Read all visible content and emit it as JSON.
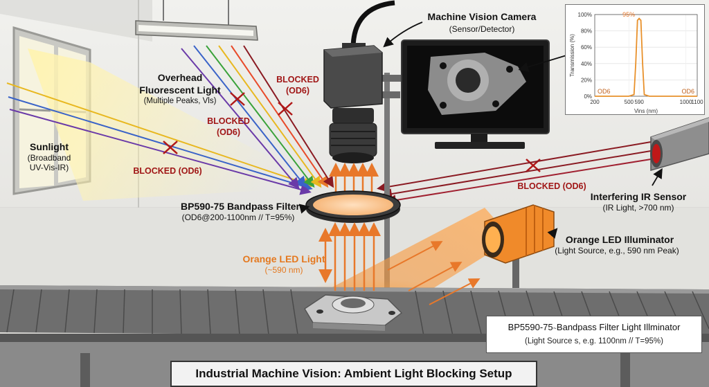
{
  "labels": {
    "camera_title": "Machine Vision Camera",
    "camera_sub": "(Sensor/Detector)",
    "overhead_title": "Overhead",
    "overhead_title2": "Fluorescent Light",
    "overhead_sub": "(Multiple Peaks, Vls)",
    "sunlight_title": "Sunlight",
    "sunlight_sub1": "(Broadband",
    "sunlight_sub2": "UV-Vis-IR)",
    "blocked_od6": "BLOCKED (OD6)",
    "blocked_line1": "BLOCKED",
    "blocked_line2": "(OD6)",
    "filter_title": "BP590-75 Bandpass Filter",
    "filter_sub": "(OD6@200-1100nm // T=95%)",
    "ir_title": "Interfering IR Sensor",
    "ir_sub": "(IR Light, >700 nm)",
    "led_light_title": "Orange LED Light",
    "led_light_sub": "(~590 nm)",
    "illuminator_title": "Orange LED Illuminator",
    "illuminator_sub": "(Light Source, e.g., 590 nm Peak)",
    "info_title": "BP5590-75",
    "info_title_mark": "~",
    "info_title_rest": "Bandpass Filter Light Illminator",
    "info_sub": "(Light Source s, e.g. 1100nm // T=95%)",
    "main_title": "Industrial Machine Vision: Ambient Light Blocking Setup"
  },
  "colors": {
    "orange": "#f0902a",
    "blocked_red": "#a01616",
    "ir_dark": "#7a1420",
    "purple": "#6a3aa8",
    "blue": "#3a63c8",
    "green": "#3aa23a",
    "yellow": "#e8c820"
  },
  "chart_data": {
    "type": "line",
    "xlabel": "Vins (nm)",
    "ylabel": "Transmission (%)",
    "xlim": [
      200,
      1100
    ],
    "ylim": [
      0,
      100
    ],
    "x_ticks": [
      "200",
      "500",
      "590",
      "1000",
      "1100"
    ],
    "y_ticks": [
      "0%",
      "20%",
      "40%",
      "60%",
      "80%",
      "100%"
    ],
    "peak_label": "95%",
    "od_left": "OD6",
    "od_right": "OD6",
    "series": [
      {
        "x": [
          200,
          500,
          545,
          560,
          575,
          590,
          605,
          620,
          635,
          680,
          1100
        ],
        "values": [
          0,
          0,
          2,
          40,
          93,
          95,
          93,
          40,
          2,
          0,
          0
        ]
      }
    ]
  }
}
